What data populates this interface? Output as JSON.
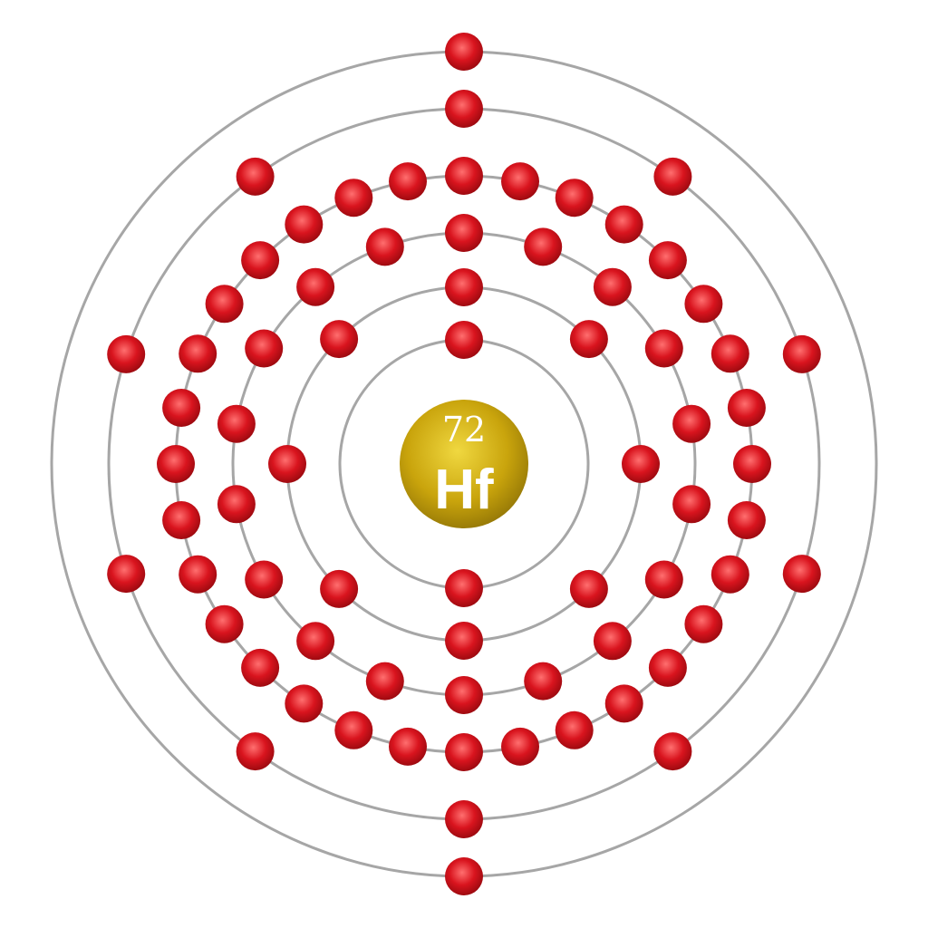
{
  "element": {
    "atomic_number": "72",
    "symbol": "Hf"
  },
  "shells": [
    {
      "shell": 1,
      "electrons": 2
    },
    {
      "shell": 2,
      "electrons": 8
    },
    {
      "shell": 3,
      "electrons": 18
    },
    {
      "shell": 4,
      "electrons": 32
    },
    {
      "shell": 5,
      "electrons": 10
    },
    {
      "shell": 6,
      "electrons": 2
    }
  ],
  "colors": {
    "orbit": "#a6a6a6",
    "electron": "#d9141e",
    "electron_highlight": "#ff6f6f",
    "electron_dark": "#9e0a10",
    "nucleus": "#c9a40c",
    "nucleus_highlight": "#f0d840",
    "nucleus_dark": "#8f7306",
    "nucleus_text": "#ffffff"
  }
}
